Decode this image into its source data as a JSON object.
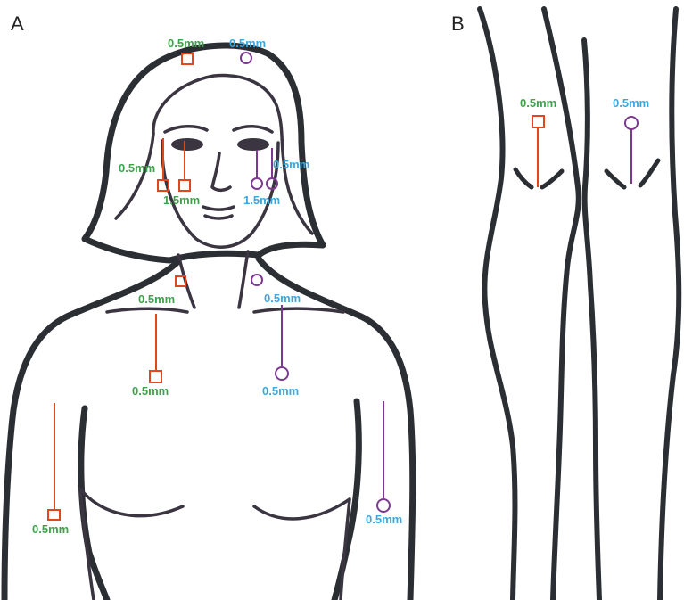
{
  "panels": {
    "a": "A",
    "b": "B"
  },
  "labels": {
    "forehead_green": "0.5mm",
    "forehead_blue": "0.5mm",
    "cheek_left_green": "0.5mm",
    "cheek_left_green2": "1.5mm",
    "cheek_right_blue": "0.5mm",
    "cheek_right_blue2": "1.5mm",
    "neck_left_green": "0.5mm",
    "neck_right_blue": "0.5mm",
    "chest_left_green": "0.5mm",
    "chest_right_blue": "0.5mm",
    "arm_left_green": "0.5mm",
    "arm_right_blue": "0.5mm",
    "knee_left_green": "0.5mm",
    "knee_right_blue": "0.5mm"
  },
  "colors": {
    "red_marker": "#e0471e",
    "purple_marker": "#7b3a8f",
    "green_text": "#3fa24a",
    "blue_text": "#3aa8e0",
    "outline": "#2b2e33"
  },
  "icons": {
    "red_marker": "square-marker",
    "purple_marker": "circle-marker"
  }
}
